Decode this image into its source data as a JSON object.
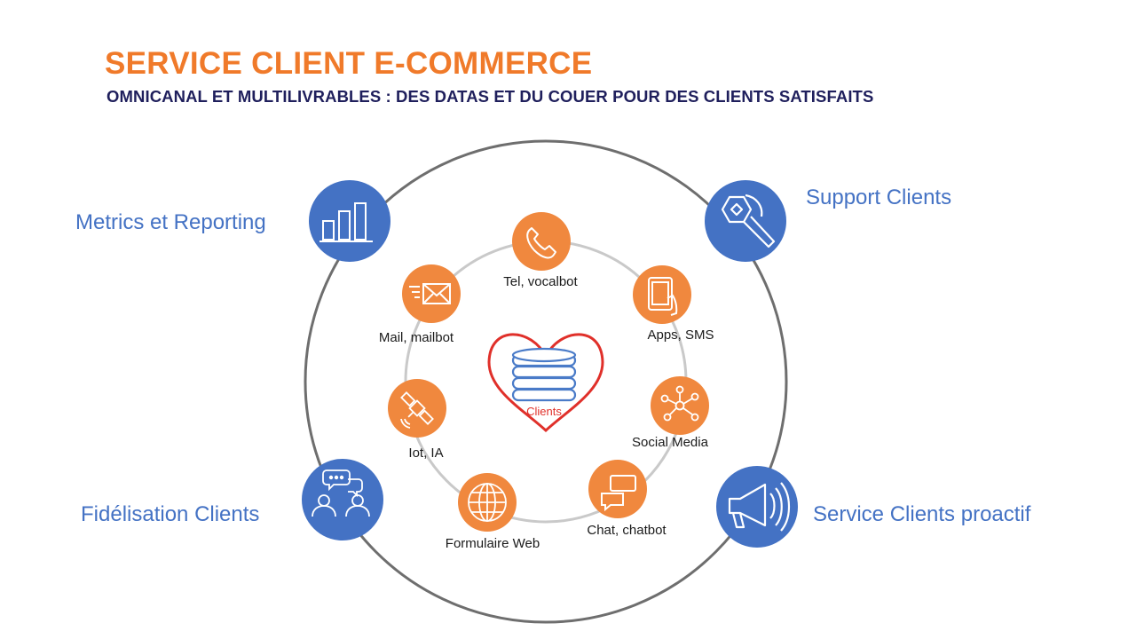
{
  "header": {
    "title": "SERVICE CLIENT E-COMMERCE",
    "subtitle": "OMNICANAL ET MULTILIVRABLES : DES DATAS ET DU COUER POUR DES CLIENTS SATISFAITS"
  },
  "colors": {
    "title": "#F07A2A",
    "subtitle": "#1F1F5C",
    "blue_node": "#4472C4",
    "orange_node": "#F0883E",
    "outer_ring": "#6E6E6E",
    "inner_ring": "#C9C9C9",
    "heart": "#E0302A",
    "database": "#4A7BC8"
  },
  "center": {
    "label": "Clients",
    "icon": "database-icon"
  },
  "outer_nodes": [
    {
      "label": "Metrics et Reporting",
      "icon": "bar-chart-icon"
    },
    {
      "label": "Support Clients",
      "icon": "wrench-icon"
    },
    {
      "label": "Fidélisation Clients",
      "icon": "people-chat-icon"
    },
    {
      "label": "Service Clients proactif",
      "icon": "megaphone-icon"
    }
  ],
  "channels": [
    {
      "label": "Tel, vocalbot",
      "icon": "phone-icon"
    },
    {
      "label": "Apps, SMS",
      "icon": "tablet-icon"
    },
    {
      "label": "Social  Media",
      "icon": "network-icon"
    },
    {
      "label": "Chat, chatbot",
      "icon": "chat-icon"
    },
    {
      "label": "Formulaire Web",
      "icon": "globe-icon"
    },
    {
      "label": "Iot, IA",
      "icon": "satellite-icon"
    },
    {
      "label": "Mail, mailbot",
      "icon": "mail-icon"
    }
  ]
}
